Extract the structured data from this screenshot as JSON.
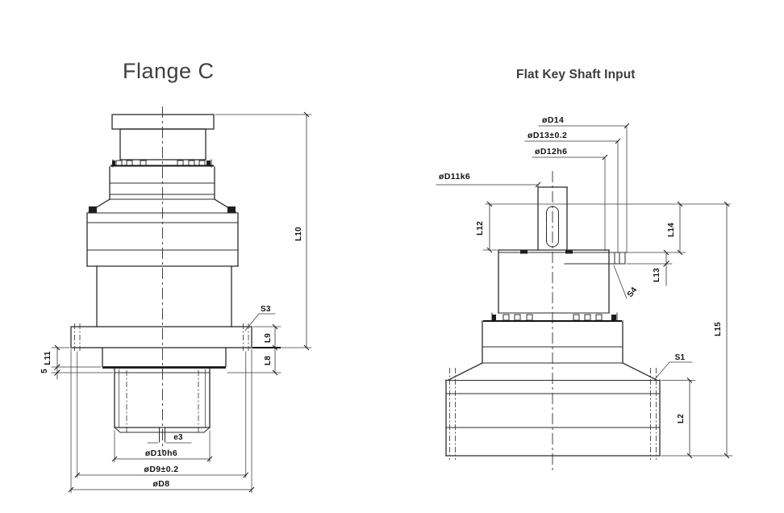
{
  "page": {
    "background": "#ffffff",
    "line_color": "#2b2b2b",
    "dim_color": "#333333"
  },
  "left_drawing": {
    "title": "Flange C",
    "labels": {
      "l10": "L10",
      "s3": "S3",
      "l9": "L9",
      "l8": "L8",
      "l11": "L11",
      "five": "5",
      "e3": "e3",
      "d10": "øD10h6",
      "d9": "øD9±0.2",
      "d8": "øD8"
    }
  },
  "right_drawing": {
    "title": "Flat Key Shaft Input",
    "labels": {
      "d14": "øD14",
      "d13": "øD13±0.2",
      "d12": "øD12h6",
      "d11": "øD11k6",
      "l12": "L12",
      "l14": "L14",
      "l13": "L13",
      "s4": "S4",
      "l15": "L15",
      "s1": "S1",
      "l2": "L2"
    }
  }
}
